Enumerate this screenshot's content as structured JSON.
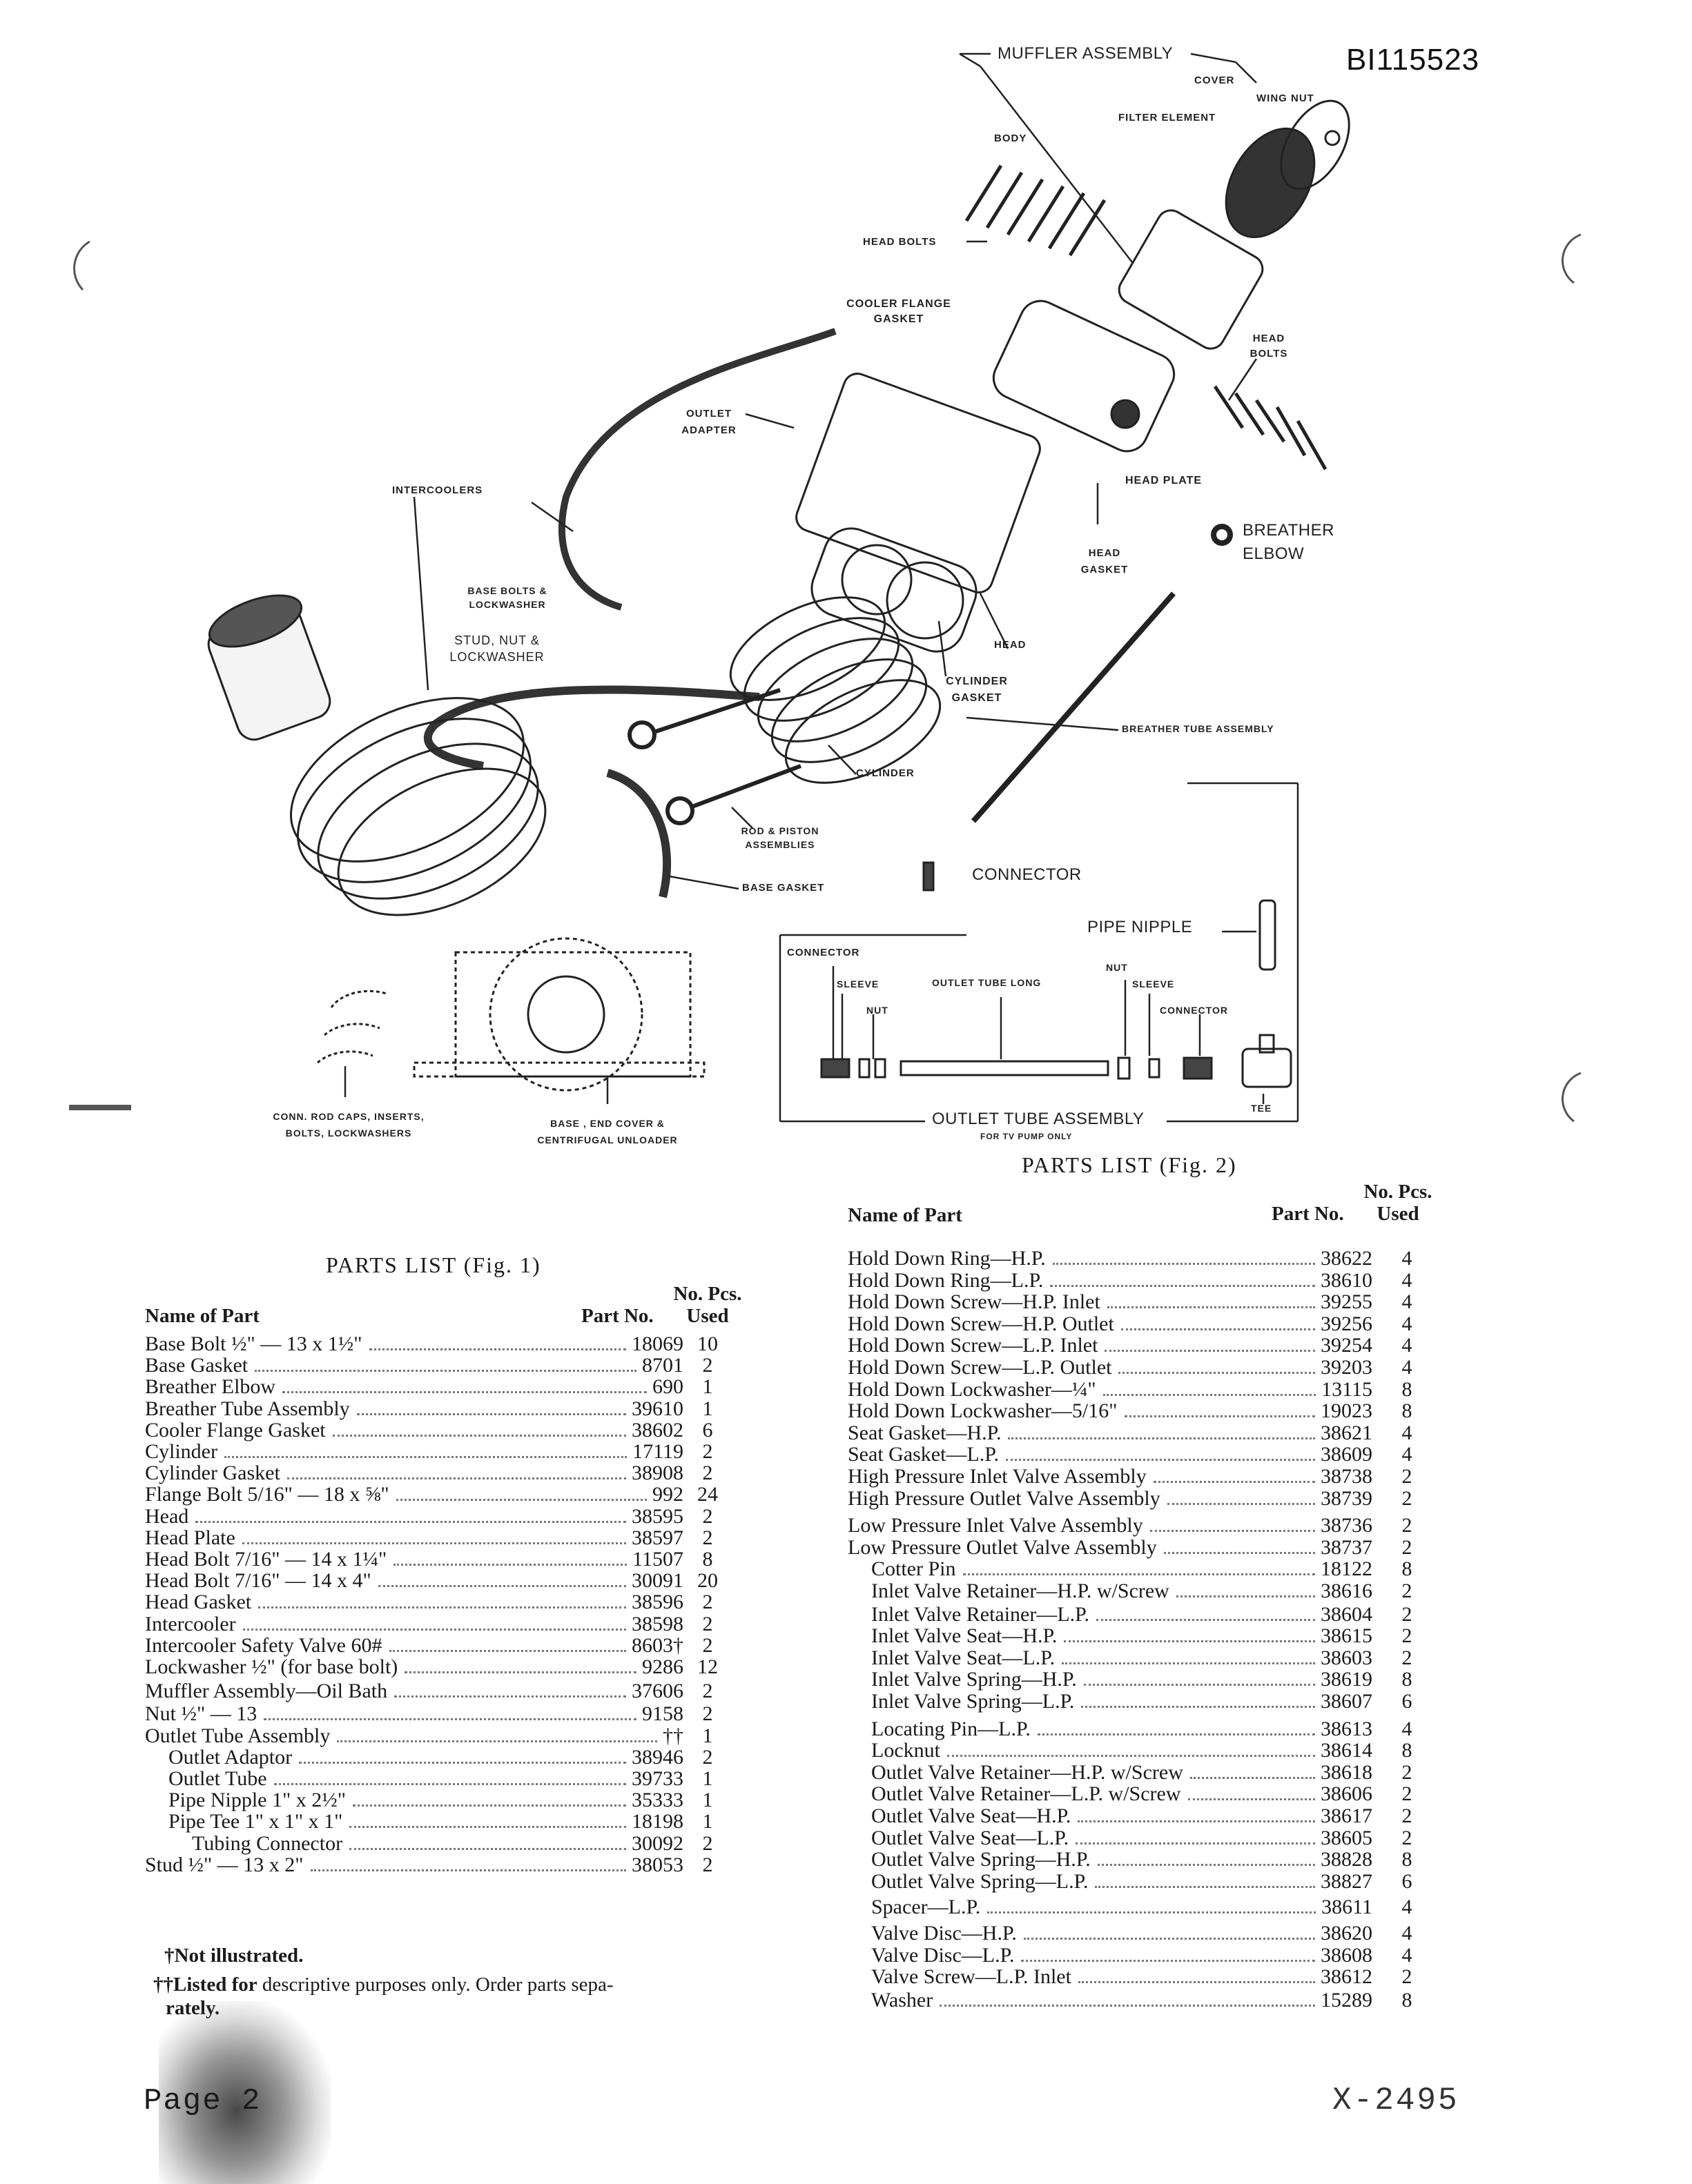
{
  "doc_id": "BI115523",
  "diagram": {
    "labels": {
      "muffler_assembly": "MUFFLER ASSEMBLY",
      "cover": "COVER",
      "wing_nut": "WING NUT",
      "filter_element": "FILTER ELEMENT",
      "body": "BODY",
      "head_bolts_top": "HEAD BOLTS",
      "cooler_flange_gasket": "COOLER FLANGE GASKET",
      "head_bolts_right": "HEAD BOLTS",
      "outlet_adapter": "OUTLET ADAPTER",
      "head_plate": "HEAD PLATE",
      "intercoolers": "INTERCOOLERS",
      "breather_elbow": "BREATHER ELBOW",
      "head_gasket": "HEAD GASKET",
      "base_bolts": "BASE BOLTS & LOCKWASHER",
      "stud_nut": "STUD, NUT & LOCKWASHER",
      "head": "HEAD",
      "cylinder_gasket": "CYLINDER GASKET",
      "breather_tube_assembly": "BREATHER TUBE ASSEMBLY",
      "cylinder": "CYLINDER",
      "rod_piston": "ROD & PISTON ASSEMBLIES",
      "connector_top": "CONNECTOR",
      "base_gasket": "BASE GASKET",
      "pipe_nipple": "PIPE NIPPLE",
      "connector_left": "CONNECTOR",
      "sleeve_left": "SLEEVE",
      "nut_left": "NUT",
      "outlet_tube_long": "OUTLET TUBE LONG",
      "nut_right": "NUT",
      "sleeve_right": "SLEEVE",
      "connector_right": "CONNECTOR",
      "tee": "TEE",
      "outlet_tube_assembly": "OUTLET TUBE ASSEMBLY",
      "for_tv_pump": "FOR TV PUMP ONLY",
      "conn_rod_caps": "CONN. ROD CAPS, INSERTS, BOLTS, LOCKWASHERS",
      "base_end_cover": "BASE , END COVER & CENTRIFUGAL UNLOADER"
    }
  },
  "parts_list_1": {
    "title": "PARTS LIST (Fig. 1)",
    "col_name": "Name of Part",
    "col_part": "Part No.",
    "col_qty_1": "No. Pcs.",
    "col_qty_2": "Used",
    "rows": [
      {
        "name": "Base Bolt ½\" — 13 x 1½\"",
        "part": "18069",
        "qty": "10"
      },
      {
        "name": "Base Gasket",
        "part": "8701",
        "qty": "2"
      },
      {
        "name": "Breather Elbow",
        "part": "690",
        "qty": "1"
      },
      {
        "name": "Breather Tube Assembly",
        "part": "39610",
        "qty": "1"
      },
      {
        "name": "Cooler Flange Gasket",
        "part": "38602",
        "qty": "6"
      },
      {
        "name": "Cylinder",
        "part": "17119",
        "qty": "2"
      },
      {
        "name": "Cylinder Gasket",
        "part": "38908",
        "qty": "2"
      },
      {
        "name": "Flange Bolt 5/16\" — 18 x ⅝\"",
        "part": "992",
        "qty": "24"
      },
      {
        "name": "Head",
        "part": "38595",
        "qty": "2"
      },
      {
        "name": "Head Plate",
        "part": "38597",
        "qty": "2"
      },
      {
        "name": "Head Bolt 7/16\" — 14 x 1¼\"",
        "part": "11507",
        "qty": "8"
      },
      {
        "name": "Head Bolt 7/16\" — 14 x 4\"",
        "part": "30091",
        "qty": "20"
      },
      {
        "name": "Head Gasket",
        "part": "38596",
        "qty": "2"
      },
      {
        "name": "Intercooler",
        "part": "38598",
        "qty": "2"
      },
      {
        "name": "Intercooler Safety Valve 60#",
        "part": "8603†",
        "qty": "2"
      },
      {
        "name": "Lockwasher ½\" (for base bolt)",
        "part": "9286",
        "qty": "12"
      },
      {
        "name": "Muffler Assembly—Oil Bath",
        "part": "37606",
        "qty": "2"
      },
      {
        "name": "Nut ½\" — 13",
        "part": "9158",
        "qty": "2"
      },
      {
        "name": "Outlet Tube Assembly",
        "part": "††",
        "qty": "1"
      },
      {
        "name": "Outlet Adaptor",
        "part": "38946",
        "qty": "2",
        "indent": 1
      },
      {
        "name": "Outlet Tube",
        "part": "39733",
        "qty": "1",
        "indent": 1
      },
      {
        "name": "Pipe Nipple 1\" x 2½\"",
        "part": "35333",
        "qty": "1",
        "indent": 1
      },
      {
        "name": "Pipe Tee 1\" x 1\" x 1\"",
        "part": "18198",
        "qty": "1",
        "indent": 1
      },
      {
        "name": "Tubing Connector",
        "part": "30092",
        "qty": "2",
        "indent": 2
      },
      {
        "name": "Stud ½\" — 13 x 2\"",
        "part": "38053",
        "qty": "2"
      }
    ]
  },
  "parts_list_2": {
    "title": "PARTS LIST (Fig. 2)",
    "col_name": "Name of Part",
    "col_part": "Part No.",
    "col_qty_1": "No. Pcs.",
    "col_qty_2": "Used",
    "rows": [
      {
        "name": "Hold Down Ring—H.P.",
        "part": "38622",
        "qty": "4"
      },
      {
        "name": "Hold Down Ring—L.P.",
        "part": "38610",
        "qty": "4"
      },
      {
        "name": "Hold Down Screw—H.P. Inlet",
        "part": "39255",
        "qty": "4"
      },
      {
        "name": "Hold Down Screw—H.P. Outlet",
        "part": "39256",
        "qty": "4"
      },
      {
        "name": "Hold Down Screw—L.P. Inlet",
        "part": "39254",
        "qty": "4"
      },
      {
        "name": "Hold Down Screw—L.P. Outlet",
        "part": "39203",
        "qty": "4"
      },
      {
        "name": "Hold Down Lockwasher—¼\"",
        "part": "13115",
        "qty": "8"
      },
      {
        "name": "Hold Down Lockwasher—5/16\"",
        "part": "19023",
        "qty": "8"
      },
      {
        "name": "Seat Gasket—H.P.",
        "part": "38621",
        "qty": "4"
      },
      {
        "name": "Seat Gasket—L.P.",
        "part": "38609",
        "qty": "4"
      },
      {
        "name": "High Pressure Inlet Valve Assembly",
        "part": "38738",
        "qty": "2"
      },
      {
        "name": "High Pressure Outlet Valve Assembly",
        "part": "38739",
        "qty": "2"
      },
      {
        "name": "Low Pressure Inlet Valve Assembly",
        "part": "38736",
        "qty": "2"
      },
      {
        "name": "Low Pressure Outlet Valve Assembly",
        "part": "38737",
        "qty": "2"
      },
      {
        "name": "Cotter Pin",
        "part": "18122",
        "qty": "8",
        "indent": 1
      },
      {
        "name": "Inlet Valve Retainer—H.P. w/Screw",
        "part": "38616",
        "qty": "2",
        "indent": 1
      },
      {
        "name": "Inlet Valve Retainer—L.P.",
        "part": "38604",
        "qty": "2",
        "indent": 1
      },
      {
        "name": "Inlet Valve Seat—H.P.",
        "part": "38615",
        "qty": "2",
        "indent": 1
      },
      {
        "name": "Inlet Valve Seat—L.P.",
        "part": "38603",
        "qty": "2",
        "indent": 1
      },
      {
        "name": "Inlet Valve Spring—H.P.",
        "part": "38619",
        "qty": "8",
        "indent": 1
      },
      {
        "name": "Inlet Valve Spring—L.P.",
        "part": "38607",
        "qty": "6",
        "indent": 1
      },
      {
        "name": "Locating Pin—L.P.",
        "part": "38613",
        "qty": "4",
        "indent": 1
      },
      {
        "name": "Locknut",
        "part": "38614",
        "qty": "8",
        "indent": 1
      },
      {
        "name": "Outlet Valve Retainer—H.P. w/Screw",
        "part": "38618",
        "qty": "2",
        "indent": 1
      },
      {
        "name": "Outlet Valve Retainer—L.P. w/Screw",
        "part": "38606",
        "qty": "2",
        "indent": 1
      },
      {
        "name": "Outlet Valve Seat—H.P.",
        "part": "38617",
        "qty": "2",
        "indent": 1
      },
      {
        "name": "Outlet Valve Seat—L.P.",
        "part": "38605",
        "qty": "2",
        "indent": 1
      },
      {
        "name": "Outlet Valve Spring—H.P.",
        "part": "38828",
        "qty": "8",
        "indent": 1
      },
      {
        "name": "Outlet Valve Spring—L.P.",
        "part": "38827",
        "qty": "6",
        "indent": 1
      },
      {
        "name": "Spacer—L.P.",
        "part": "38611",
        "qty": "4",
        "indent": 1
      },
      {
        "name": "Valve Disc—H.P.",
        "part": "38620",
        "qty": "4",
        "indent": 1
      },
      {
        "name": "Valve Disc—L.P.",
        "part": "38608",
        "qty": "4",
        "indent": 1
      },
      {
        "name": "Valve Screw—L.P. Inlet",
        "part": "38612",
        "qty": "2",
        "indent": 1
      },
      {
        "name": "Washer",
        "part": "15289",
        "qty": "8",
        "indent": 1
      }
    ]
  },
  "footnotes": {
    "not_illustrated": "†Not illustrated.",
    "listed_bold": "††Listed for",
    "listed_rest": "descriptive purposes only. Order parts sepa-",
    "rately": "rately."
  },
  "page_label": "Page 2",
  "doc_number": "X-2495"
}
